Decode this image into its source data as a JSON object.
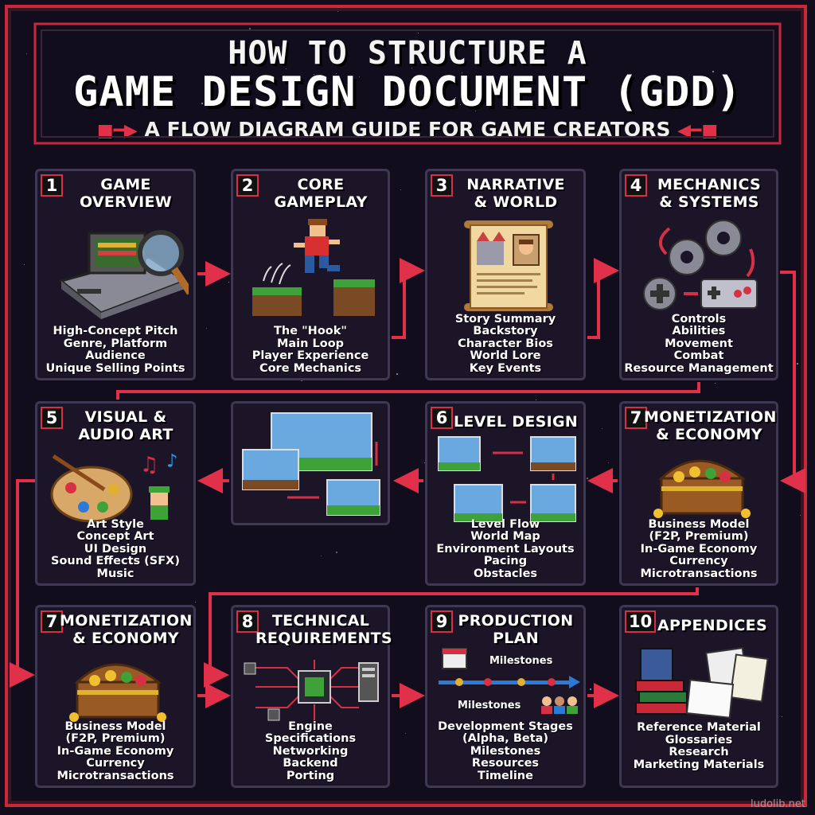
{
  "header": {
    "line1": "HOW TO STRUCTURE A",
    "line2": "GAME DESIGN DOCUMENT (GDD)",
    "subtitle": "A FLOW DIAGRAM GUIDE FOR GAME CREATORS"
  },
  "cards": [
    {
      "num": "1",
      "title": [
        "GAME",
        "OVERVIEW"
      ],
      "items": [
        "High-Concept Pitch",
        "Genre, Platform",
        "Audience",
        "Unique Selling Points"
      ]
    },
    {
      "num": "2",
      "title": [
        "CORE",
        "GAMEPLAY"
      ],
      "items": [
        "The \"Hook\"",
        "Main Loop",
        "Player Experience",
        "Core Mechanics"
      ]
    },
    {
      "num": "3",
      "title": [
        "NARRATIVE",
        "& WORLD"
      ],
      "items": [
        "Story Summary",
        "Backstory",
        "Character Bios",
        "World Lore",
        "Key Events"
      ]
    },
    {
      "num": "4",
      "title": [
        "MECHANICS",
        "& SYSTEMS"
      ],
      "items": [
        "Controls",
        "Abilities",
        "Movement",
        "Combat",
        "Resource Management"
      ]
    },
    {
      "num": "5",
      "title": [
        "VISUAL &",
        "AUDIO ART"
      ],
      "items": [
        "Art Style",
        "Concept Art",
        "UI Design",
        "Sound Effects (SFX)",
        "Music"
      ]
    },
    {
      "num": "6",
      "title": [
        "LEVEL DESIGN"
      ],
      "items": [
        "Level Flow",
        "World Map",
        "Environment Layouts",
        "Pacing",
        "Obstacles"
      ]
    },
    {
      "num": "7",
      "title": [
        "MONETIZATION",
        "& ECONOMY"
      ],
      "items": [
        "Business Model",
        "(F2P, Premium)",
        "In-Game Economy",
        "Currency",
        "Microtransactions"
      ]
    },
    {
      "num": "7",
      "title": [
        "MONETIZATION",
        "& ECONOMY"
      ],
      "items": [
        "Business Model",
        "(F2P, Premium)",
        "In-Game Economy",
        "Currency",
        "Microtransactions"
      ]
    },
    {
      "num": "8",
      "title": [
        "TECHNICAL",
        "REQUIREMENTS"
      ],
      "items": [
        "Engine",
        "Specifications",
        "Networking",
        "Backend",
        "Porting"
      ]
    },
    {
      "num": "9",
      "title": [
        "PRODUCTION",
        "PLAN"
      ],
      "items": [
        "Development Stages",
        "(Alpha, Beta)",
        "Milestones",
        "Resources",
        "Timeline"
      ]
    },
    {
      "num": "10",
      "title": [
        "APPENDICES"
      ],
      "items": [
        "Reference Material",
        "Glossaries",
        "Research",
        "Marketing Materials"
      ]
    }
  ],
  "production_art": {
    "milestones_top": "Milestones",
    "milestones_bottom": "Milestones"
  },
  "credit": "ludolib.net",
  "colors": {
    "background": "#120d1c",
    "accent_red": "#d63044",
    "card_border": "#3e3852"
  },
  "icons": [
    "retro-console-icon",
    "magnifier-icon",
    "jumping-character-icon",
    "story-scroll-icon",
    "gears-icon",
    "gamepad-icon",
    "paint-palette-icon",
    "music-notes-icon",
    "treasure-chest-icon",
    "circuit-chip-icon",
    "calendar-icon",
    "books-icon"
  ]
}
